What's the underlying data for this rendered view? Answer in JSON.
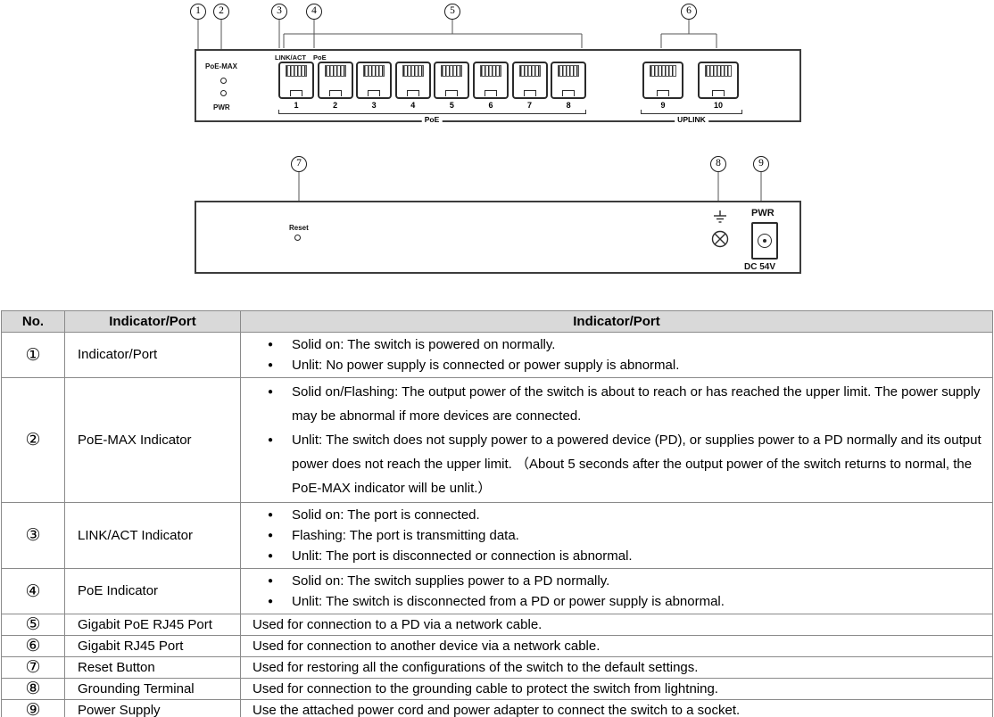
{
  "diagrams": {
    "front_panel": {
      "callouts": [
        "1",
        "2",
        "3",
        "4",
        "5",
        "6"
      ],
      "poe_max_label": "PoE-MAX",
      "pwr_label": "PWR",
      "link_act_label": "LINK/ACT",
      "poe_led_label": "PoE",
      "port_numbers": [
        "1",
        "2",
        "3",
        "4",
        "5",
        "6",
        "7",
        "8",
        "9",
        "10"
      ],
      "poe_group_label": "PoE",
      "uplink_group_label": "UPLINK"
    },
    "back_panel": {
      "callouts": [
        "7",
        "8",
        "9"
      ],
      "reset_label": "Reset",
      "pwr_label": "PWR",
      "dc_label": "DC 54V"
    }
  },
  "table": {
    "headers": [
      "No.",
      "Indicator/Port",
      "Indicator/Port"
    ],
    "bullet_char": "●",
    "rows": [
      {
        "no": "①",
        "name": "Indicator/Port",
        "bullets": [
          "Solid on: The switch is powered on normally.",
          "Unlit: No power supply is connected or power supply is abnormal."
        ]
      },
      {
        "no": "②",
        "name": "PoE-MAX Indicator",
        "bullets": [
          "Solid on/Flashing: The output power of the switch is about to reach or has reached the upper limit. The power supply may be abnormal if more devices are connected.",
          "Unlit: The switch does not supply power to a powered device (PD), or supplies power to a PD normally and its output power does not reach the upper limit. （About 5 seconds after the output power of the switch returns to normal, the PoE-MAX indicator will be unlit.）"
        ]
      },
      {
        "no": "③",
        "name": "LINK/ACT Indicator",
        "bullets": [
          "Solid on: The port is connected.",
          "Flashing: The port is transmitting data.",
          "Unlit: The port is disconnected or connection is abnormal."
        ]
      },
      {
        "no": "④",
        "name": "PoE Indicator",
        "bullets": [
          "Solid on: The switch supplies power to a PD normally.",
          "Unlit: The switch is disconnected from a PD or power supply is abnormal."
        ]
      },
      {
        "no": "⑤",
        "name": "Gigabit PoE RJ45 Port",
        "text": "Used for connection to a PD via a network cable."
      },
      {
        "no": "⑥",
        "name": "Gigabit RJ45 Port",
        "text": "Used for connection to another device via a network cable."
      },
      {
        "no": "⑦",
        "name": "Reset Button",
        "text": "Used for restoring all the configurations of the switch to the default settings."
      },
      {
        "no": "⑧",
        "name": "Grounding Terminal",
        "text": "Used for connection to the grounding cable to protect the switch from lightning."
      },
      {
        "no": "⑨",
        "name": "Power Supply",
        "text": "Use the attached power cord and power adapter to connect the switch to a socket."
      }
    ]
  }
}
